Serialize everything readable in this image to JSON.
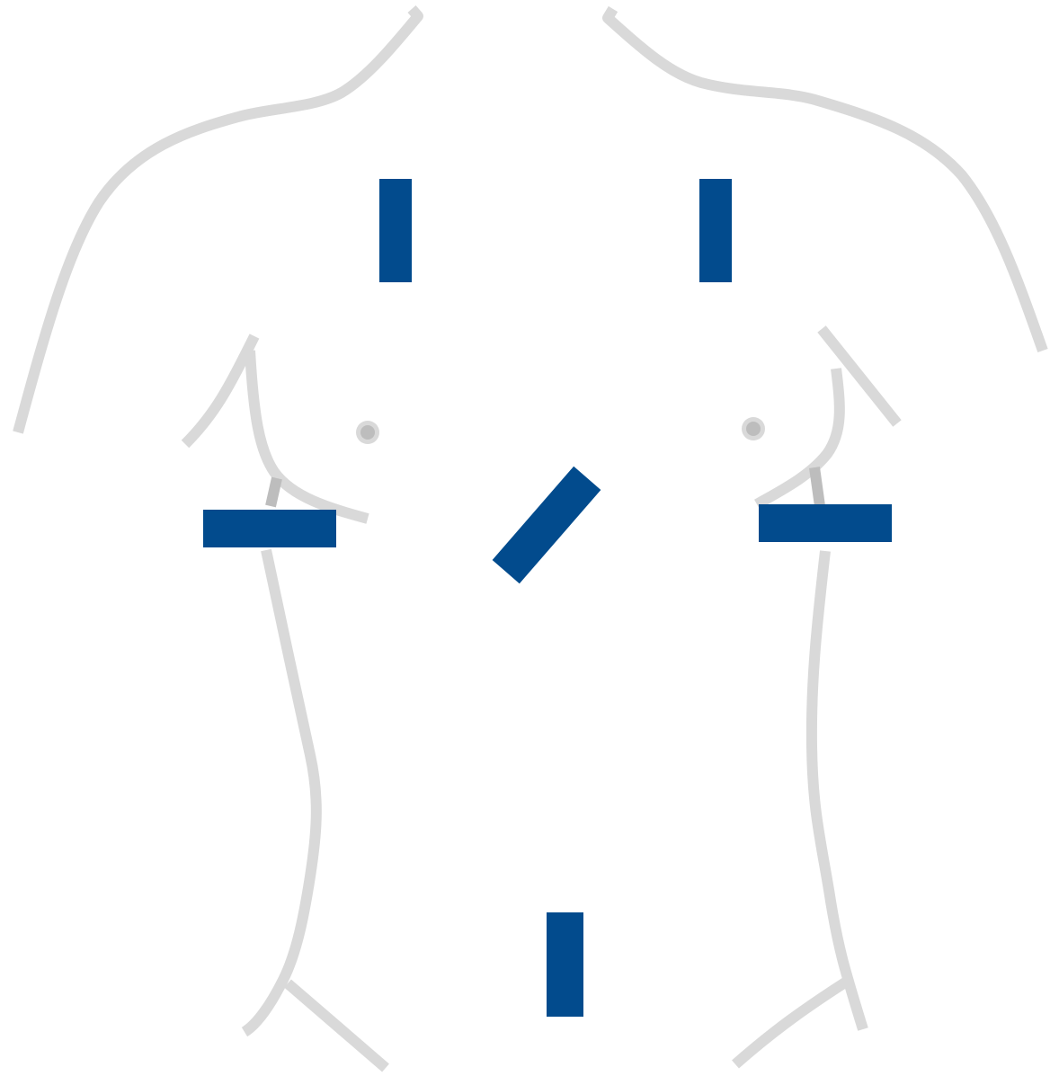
{
  "colors": {
    "background": "#ffffff",
    "body_outline": "#d9d9d9",
    "body_detail": "#bdbdbd",
    "electrode": "#024b8d"
  },
  "diagram": {
    "electrodes": [
      {
        "id": "upper-right-chest"
      },
      {
        "id": "upper-left-chest"
      },
      {
        "id": "right-lateral-chest"
      },
      {
        "id": "center-chest-diagonal"
      },
      {
        "id": "left-lateral-chest"
      },
      {
        "id": "lower-abdomen"
      }
    ]
  }
}
